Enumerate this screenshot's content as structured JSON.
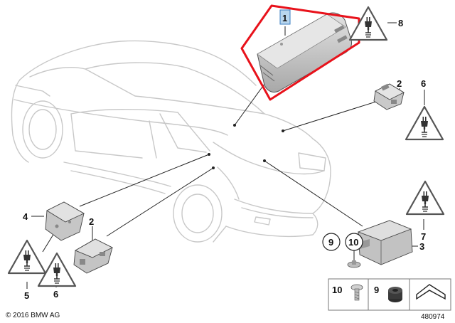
{
  "labels": {
    "p1": "1",
    "p2a": "2",
    "p2b": "2",
    "p3": "3",
    "p4": "4",
    "p5": "5",
    "p6a": "6",
    "p6b": "6",
    "p7": "7",
    "p8": "8",
    "p9": "9",
    "p10": "10",
    "legend10": "10",
    "legend9": "9"
  },
  "footer": {
    "copyright": "© 2016 BMW AG",
    "diagram_number": "480974"
  },
  "colors": {
    "highlight": "#e8121b",
    "selected_label_bg": "#b8d6ee",
    "car_outline": "#c8c8c8",
    "part_fill": "#cfcfcf"
  },
  "icons": [
    "warning-plug-icon"
  ]
}
